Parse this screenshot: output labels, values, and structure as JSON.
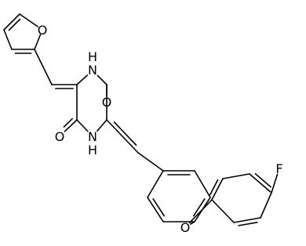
{
  "molecule": {
    "atoms": [
      {
        "id": "O_furan",
        "label": "O"
      },
      {
        "id": "N1",
        "label": "H\nN"
      },
      {
        "id": "O_top",
        "label": "O"
      },
      {
        "id": "O_left",
        "label": "O"
      },
      {
        "id": "N2",
        "label": "N\nH"
      },
      {
        "id": "O_ether",
        "label": "O"
      },
      {
        "id": "F",
        "label": "F"
      }
    ]
  }
}
